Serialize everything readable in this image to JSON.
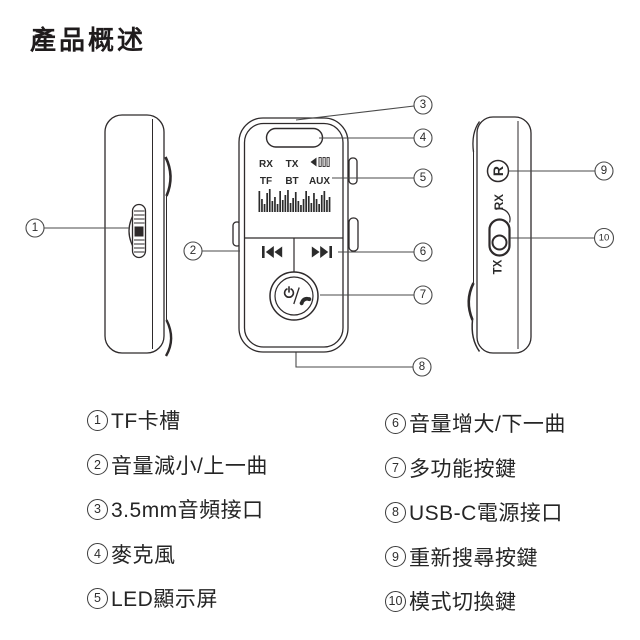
{
  "page": {
    "title": "產品概述"
  },
  "device": {
    "display": {
      "row1": {
        "rx": "RX",
        "tx": "TX"
      },
      "row2": {
        "tf": "TF",
        "bt": "BT",
        "aux": "AUX"
      },
      "spectrum_bars": [
        21,
        13,
        8,
        19,
        23,
        11,
        15,
        8,
        21,
        12,
        17,
        22,
        9,
        14,
        20,
        11,
        7,
        13,
        21,
        16,
        9,
        19,
        13,
        8,
        17,
        21,
        12,
        15
      ]
    },
    "right_side": {
      "reset_button": "R",
      "mode_rx": "RX",
      "mode_tx": "TX"
    }
  },
  "callouts": {
    "c1": "1",
    "c2": "2",
    "c3": "3",
    "c4": "4",
    "c5": "5",
    "c6": "6",
    "c7": "7",
    "c8": "8",
    "c9": "9",
    "c10": "10"
  },
  "legend": {
    "left": [
      {
        "num": "1",
        "label": "TF卡槽"
      },
      {
        "num": "2",
        "label": "音量減小/上一曲"
      },
      {
        "num": "3",
        "label": "3.5mm音頻接口"
      },
      {
        "num": "4",
        "label": "麥克風"
      },
      {
        "num": "5",
        "label": "LED顯示屏"
      }
    ],
    "right": [
      {
        "num": "6",
        "label": "音量增大/下一曲"
      },
      {
        "num": "7",
        "label": "多功能按鍵"
      },
      {
        "num": "8",
        "label": "USB-C電源接口"
      },
      {
        "num": "9",
        "label": "重新搜尋按鍵"
      },
      {
        "num": "10",
        "label": "模式切換鍵"
      }
    ]
  },
  "colors": {
    "outline": "#2e2a2b",
    "leader": "#4a4a4a",
    "text": "#252525"
  }
}
